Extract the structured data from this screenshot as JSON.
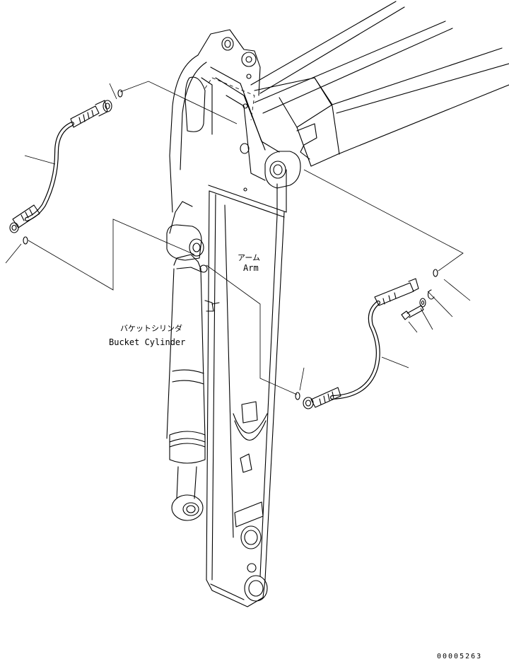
{
  "diagram": {
    "labels": {
      "arm_jp": "アーム",
      "arm_en": "Arm",
      "cylinder_jp": "バケットシリンダ",
      "cylinder_en": "Bucket Cylinder"
    },
    "drawing_code": "00005263"
  },
  "icons": {
    "hose_left": "hydraulic-hose-icon",
    "hose_right": "hydraulic-hose-icon",
    "bolt": "bolt-icon",
    "washer": "washer-icon",
    "clip": "clip-icon"
  }
}
